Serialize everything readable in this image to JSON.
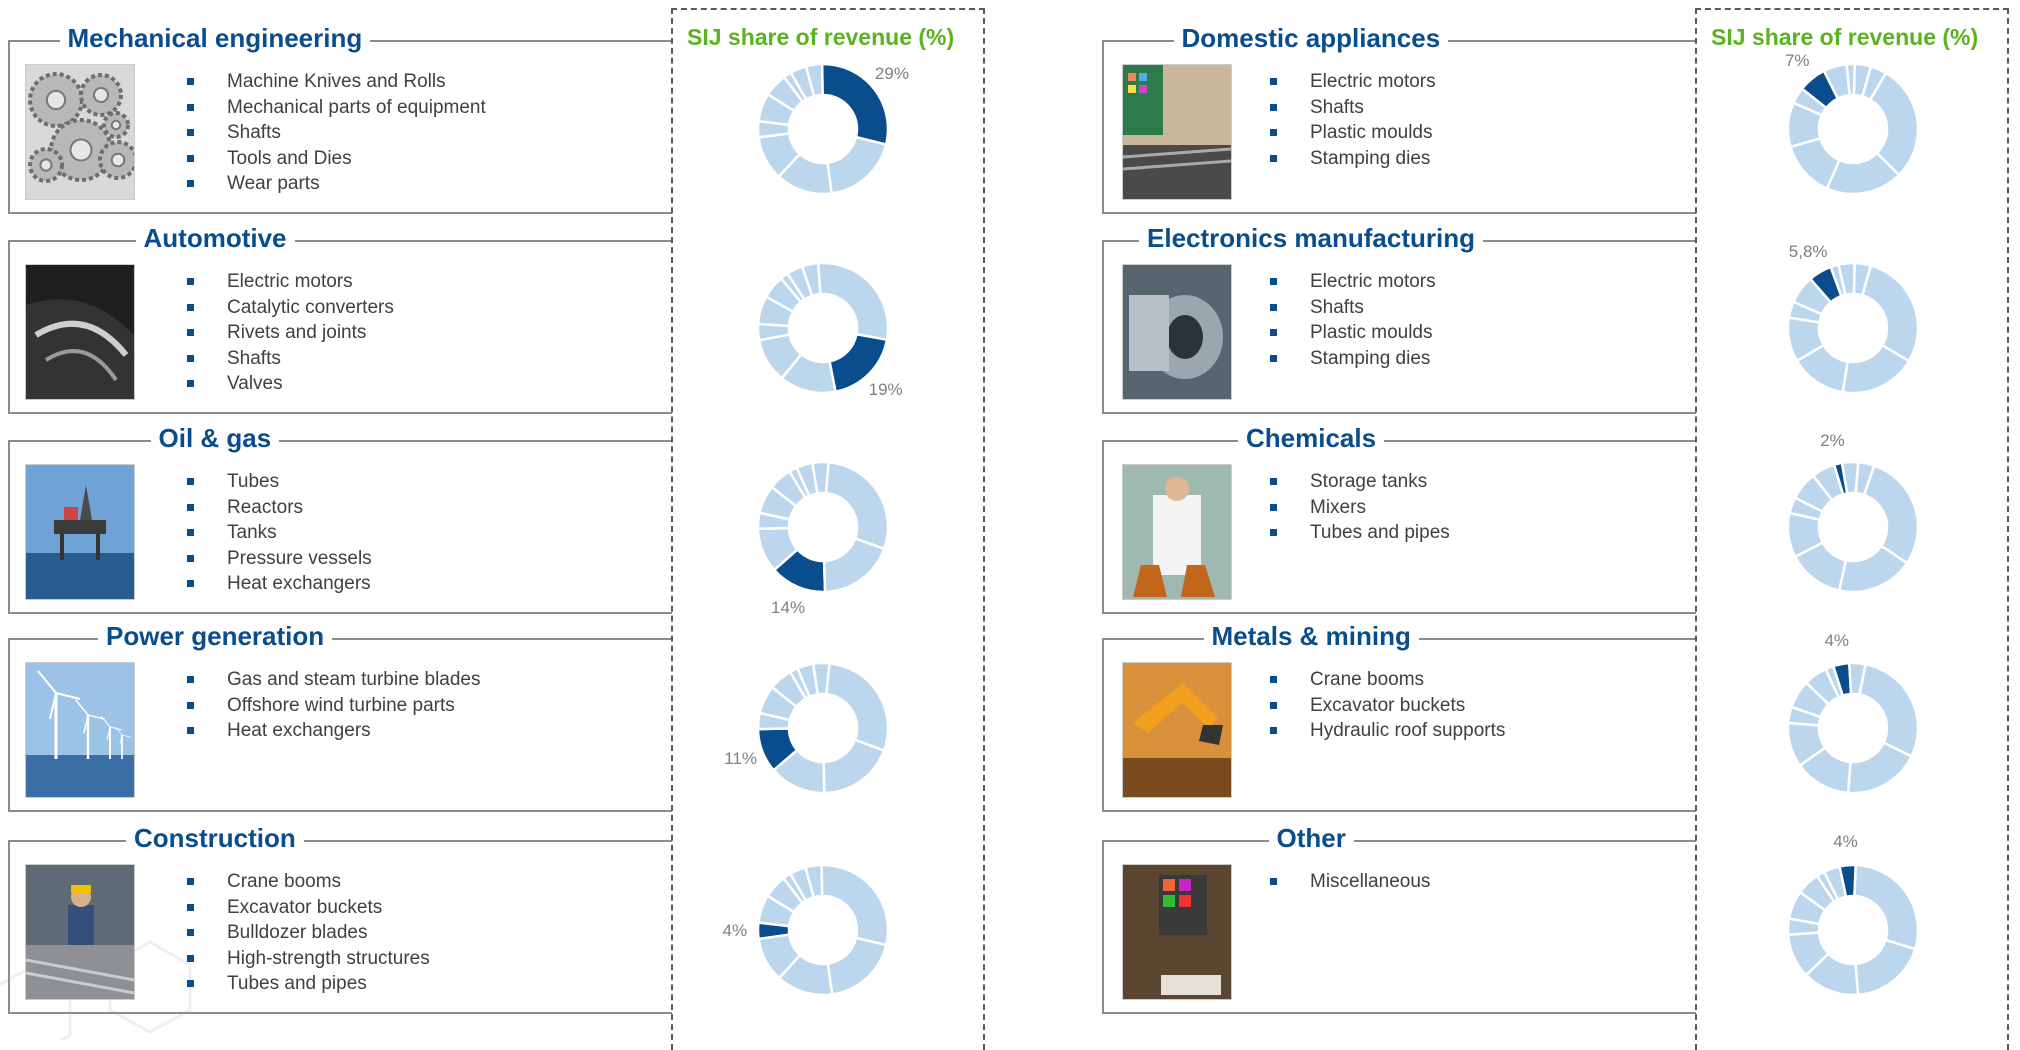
{
  "panel_title": "SIJ share of revenue (%)",
  "colors": {
    "title": "#0a4d8c",
    "panel_title": "#5bb31d",
    "highlight": "#0a4d8c",
    "other": "#bcd6ee",
    "bullet": "#0a4d8c"
  },
  "left_sectors": [
    {
      "title": "Mechanical engineering",
      "image": "gears-photo",
      "items": [
        "Machine Knives and Rolls",
        "Mechanical parts of equipment",
        "Shafts",
        "Tools and Dies",
        "Wear parts"
      ]
    },
    {
      "title": "Automotive",
      "image": "car-headlight-photo",
      "items": [
        "Electric motors",
        "Catalytic converters",
        "Rivets and joints",
        "Shafts",
        "Valves"
      ]
    },
    {
      "title": "Oil & gas",
      "image": "oil-platform-photo",
      "items": [
        "Tubes",
        "Reactors",
        "Tanks",
        "Pressure vessels",
        "Heat exchangers"
      ]
    },
    {
      "title": "Power generation",
      "image": "wind-turbines-photo",
      "items": [
        "Gas and steam turbine blades",
        "Offshore wind turbine parts",
        "Heat exchangers"
      ]
    },
    {
      "title": "Construction",
      "image": "steel-worker-photo",
      "items": [
        "Crane booms",
        "Excavator buckets",
        "Bulldozer blades",
        "High-strength structures",
        "Tubes and pipes"
      ]
    }
  ],
  "right_sectors": [
    {
      "title": "Domestic appliances",
      "image": "exhibition-stand-photo",
      "items": [
        "Electric motors",
        "Shafts",
        "Plastic moulds",
        "Stamping dies"
      ]
    },
    {
      "title": "Electronics manufacturing",
      "image": "steel-coil-photo",
      "items": [
        "Electric motors",
        "Shafts",
        "Plastic moulds",
        "Stamping dies"
      ]
    },
    {
      "title": "Chemicals",
      "image": "lab-scientist-photo",
      "items": [
        "Storage tanks",
        "Mixers",
        "Tubes and pipes"
      ]
    },
    {
      "title": "Metals & mining",
      "image": "excavator-photo",
      "items": [
        "Crane booms",
        "Excavator buckets",
        "Hydraulic roof supports"
      ]
    },
    {
      "title": "Other",
      "image": "sij-sign-photo",
      "items": [
        "Miscellaneous"
      ]
    }
  ],
  "chart_data": {
    "type": "pie",
    "variant": "donut",
    "title": "SIJ share of revenue (%)",
    "categories": [
      "Mechanical engineering",
      "Automotive",
      "Oil & gas",
      "Power generation",
      "Construction",
      "Domestic appliances",
      "Electronics manufacturing",
      "Chemicals",
      "Metals & mining",
      "Other"
    ],
    "values": [
      29,
      19,
      14,
      11,
      4,
      7,
      5.8,
      2,
      4,
      4
    ],
    "value_labels": [
      "29%",
      "19%",
      "14%",
      "11%",
      "4%",
      "7%",
      "5,8%",
      "2%",
      "4%",
      "4%"
    ],
    "unit": "%"
  }
}
